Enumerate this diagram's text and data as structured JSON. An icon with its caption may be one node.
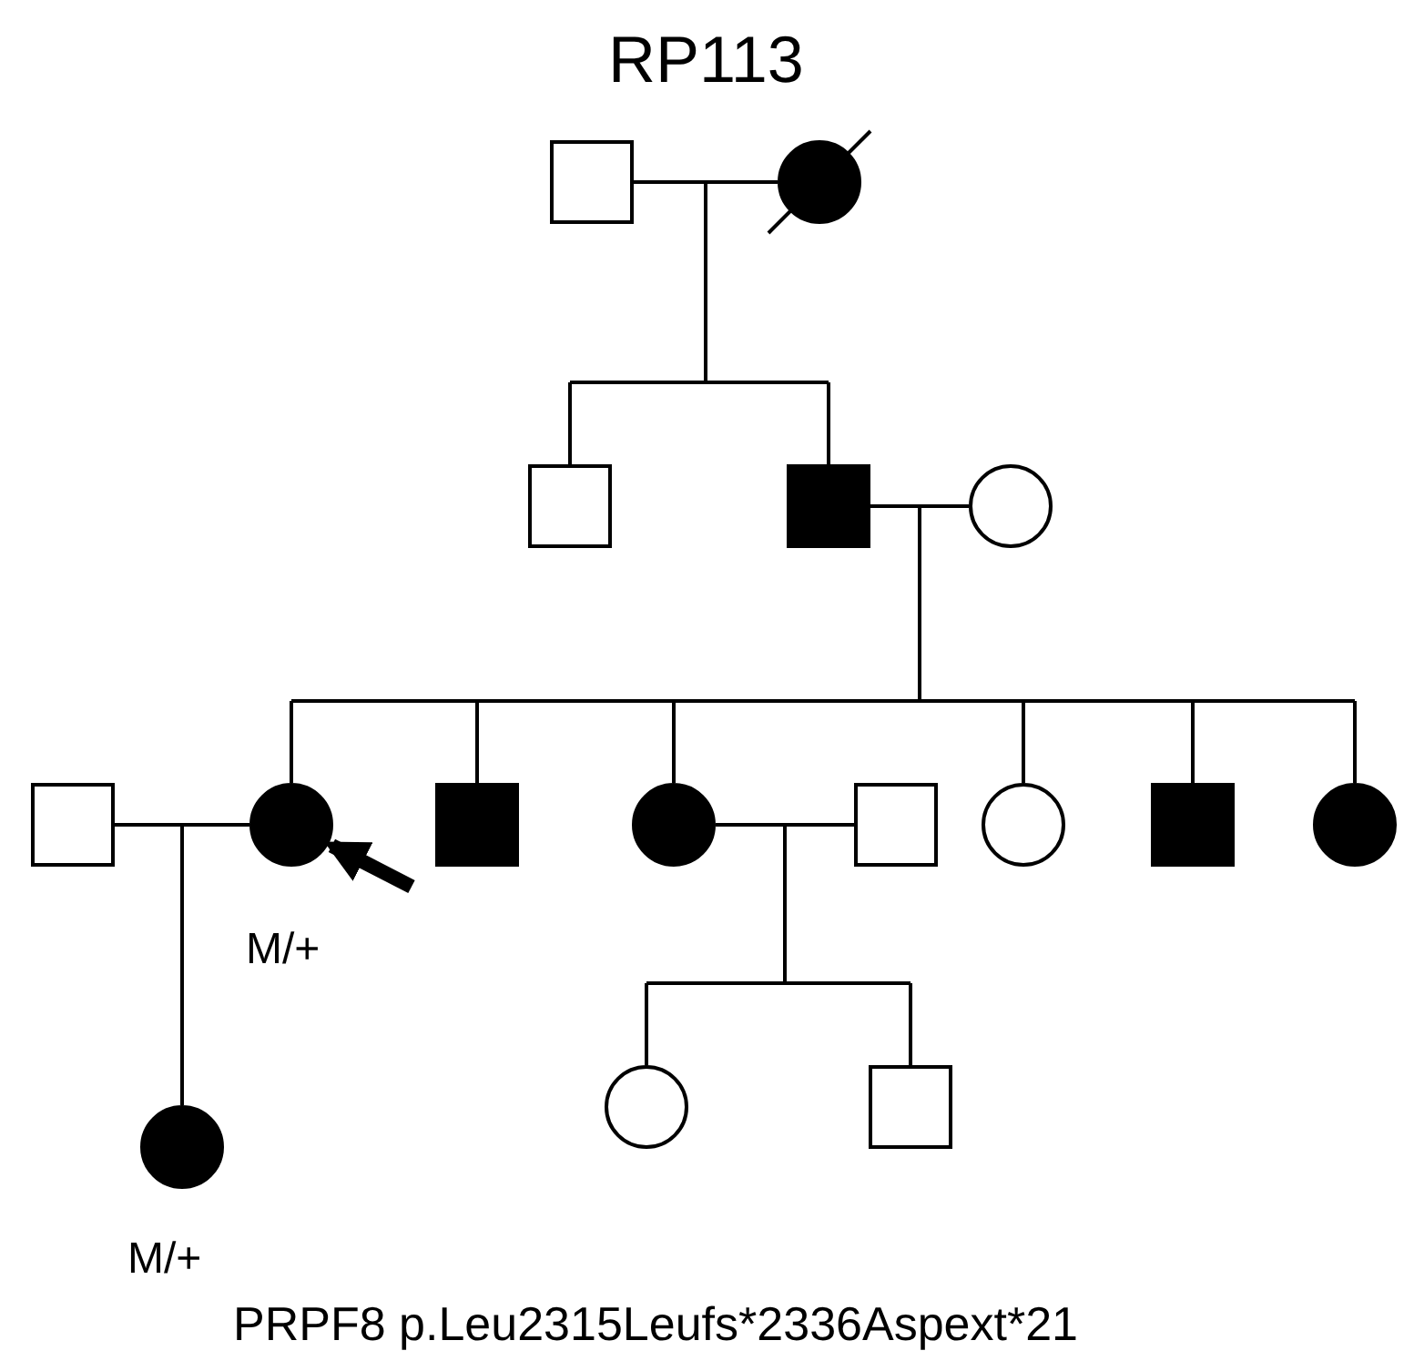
{
  "diagram": {
    "title": "RP113",
    "caption": "PRPF8 p.Leu2315Leufs*2336Aspext*21",
    "nodes": [
      {
        "text": [],
        "shape": "box"
      },
      {
        "text": [],
        "shape": "circle"
      },
      {
        "text": [],
        "shape": "box"
      },
      {
        "text": [],
        "shape": "box"
      },
      {
        "text": [],
        "shape": "circle"
      },
      {
        "text": [],
        "shape": "box"
      },
      {
        "text": [],
        "shape": "circle",
        "beside": [
          "M/+"
        ]
      },
      {
        "text": [],
        "shape": "box"
      },
      {
        "text": [],
        "shape": "circle"
      },
      {
        "text": [],
        "shape": "box"
      },
      {
        "text": [],
        "shape": "circle"
      },
      {
        "text": [],
        "shape": "box"
      },
      {
        "text": [],
        "shape": "circle"
      },
      {
        "text": [],
        "shape": "circle",
        "beside": [
          "M/+"
        ]
      },
      {
        "text": [],
        "shape": "circle"
      },
      {
        "text": [],
        "shape": "box"
      }
    ],
    "edges": [
      {
        "from": 0,
        "to": 1,
        "arrow": "none"
      },
      {
        "from": 0,
        "to": 2,
        "arrow": "none"
      },
      {
        "from": 1,
        "to": 2,
        "arrow": "none"
      },
      {
        "from": 0,
        "to": 3,
        "arrow": "none"
      },
      {
        "from": 1,
        "to": 3,
        "arrow": "none"
      },
      {
        "from": 3,
        "to": 4,
        "arrow": "none"
      },
      {
        "from": 3,
        "to": 6,
        "arrow": "none"
      },
      {
        "from": 4,
        "to": 6,
        "arrow": "none"
      },
      {
        "from": 3,
        "to": 7,
        "arrow": "none"
      },
      {
        "from": 4,
        "to": 7,
        "arrow": "none"
      },
      {
        "from": 3,
        "to": 8,
        "arrow": "none"
      },
      {
        "from": 4,
        "to": 8,
        "arrow": "none"
      },
      {
        "from": 3,
        "to": 10,
        "arrow": "none"
      },
      {
        "from": 4,
        "to": 10,
        "arrow": "none"
      },
      {
        "from": 3,
        "to": 11,
        "arrow": "none"
      },
      {
        "from": 4,
        "to": 11,
        "arrow": "none"
      },
      {
        "from": 3,
        "to": 12,
        "arrow": "none"
      },
      {
        "from": 4,
        "to": 12,
        "arrow": "none"
      },
      {
        "from": 5,
        "to": 6,
        "arrow": "none"
      },
      {
        "from": 5,
        "to": 13,
        "arrow": "none"
      },
      {
        "from": 6,
        "to": 13,
        "arrow": "none"
      },
      {
        "from": 8,
        "to": 9,
        "arrow": "none"
      },
      {
        "from": 8,
        "to": 14,
        "arrow": "none"
      },
      {
        "from": 9,
        "to": 14,
        "arrow": "none"
      },
      {
        "from": 8,
        "to": 15,
        "arrow": "none"
      },
      {
        "from": 9,
        "to": 15,
        "arrow": "none"
      },
      {
        "from": null,
        "to": 6,
        "arrow": "to",
        "style": "thick"
      }
    ]
  }
}
